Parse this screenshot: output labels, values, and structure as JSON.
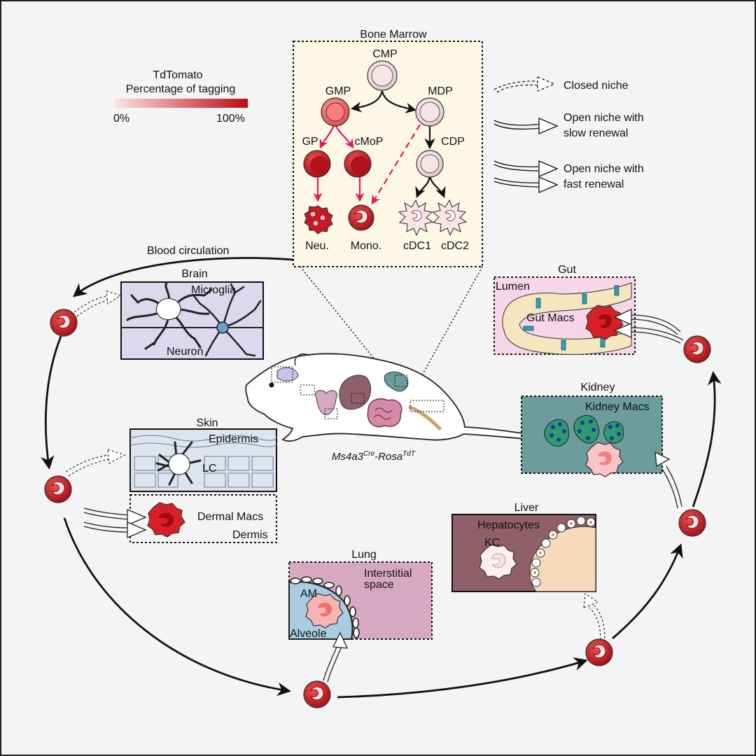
{
  "legend": {
    "title_line1": "TdTomato",
    "title_line2": "Percentage of tagging",
    "min_label": "0%",
    "max_label": "100%",
    "gradient": [
      "#fbe3e3",
      "#b80d14"
    ]
  },
  "niche_legend": {
    "closed": "Closed niche",
    "open_slow_line1": "Open niche with",
    "open_slow_line2": "slow renewal",
    "open_fast_line1": "Open niche with",
    "open_fast_line2": "fast renewal"
  },
  "bone_marrow": {
    "title": "Bone Marrow",
    "cmp": "CMP",
    "gmp": "GMP",
    "mdp": "MDP",
    "gp": "GP",
    "cmop": "cMoP",
    "cdp": "CDP",
    "neu": "Neu.",
    "mono": "Mono.",
    "cdc1": "cDC1",
    "cdc2": "cDC2"
  },
  "blood_circulation": "Blood circulation",
  "brain": {
    "title": "Brain",
    "microglia": "Microglia",
    "neuron": "Neuron"
  },
  "skin": {
    "title": "Skin",
    "epidermis": "Epidermis",
    "lc": "LC",
    "dermal_macs": "Dermal Macs",
    "dermis": "Dermis"
  },
  "mouse_label": {
    "base": "Ms4a3",
    "sup1": "Cre",
    "mid": "-Rosa",
    "sup2": "TdT"
  },
  "gut": {
    "title": "Gut",
    "lumen": "Lumen",
    "gut_macs": "Gut Macs"
  },
  "kidney": {
    "title": "Kidney",
    "kidney_macs": "Kidney Macs"
  },
  "liver": {
    "title": "Liver",
    "hepatocytes": "Hepatocytes",
    "kc": "KC"
  },
  "lung": {
    "title": "Lung",
    "interstitial_line1": "Interstitial",
    "interstitial_line2": "space",
    "am": "AM",
    "alveole": "Alveole"
  },
  "colors": {
    "marrow_bg": "#fdf8e6",
    "brain_bg": "#dcd9ee",
    "gut_bg": "#f6d6e8",
    "kidney_bg": "#6c9c9e",
    "liver_bg": "#8f5f6b",
    "lung_bg": "#d6a9c0",
    "alveole_bg": "#a9cce0",
    "skin_bg": "#dde4ee",
    "monocyte_red": "#c0141b",
    "magenta_arrow": "#e0185e"
  }
}
